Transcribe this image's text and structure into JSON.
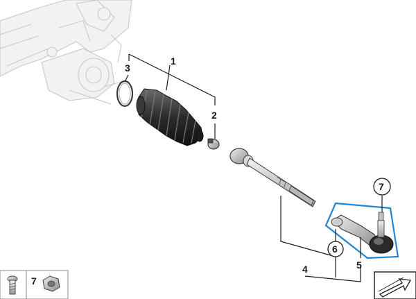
{
  "callouts": {
    "c1": "1",
    "c2": "2",
    "c3": "3",
    "c4": "4",
    "c5": "5",
    "c6": "6",
    "c7_top": "7",
    "c7_legend": "7"
  },
  "colors": {
    "highlight": "#1f86d6",
    "ink": "#1a1a1a",
    "ghost": "#c8c8c8",
    "boot": "#2b2b2b"
  },
  "icons": {
    "nav": "arrow-icon"
  }
}
